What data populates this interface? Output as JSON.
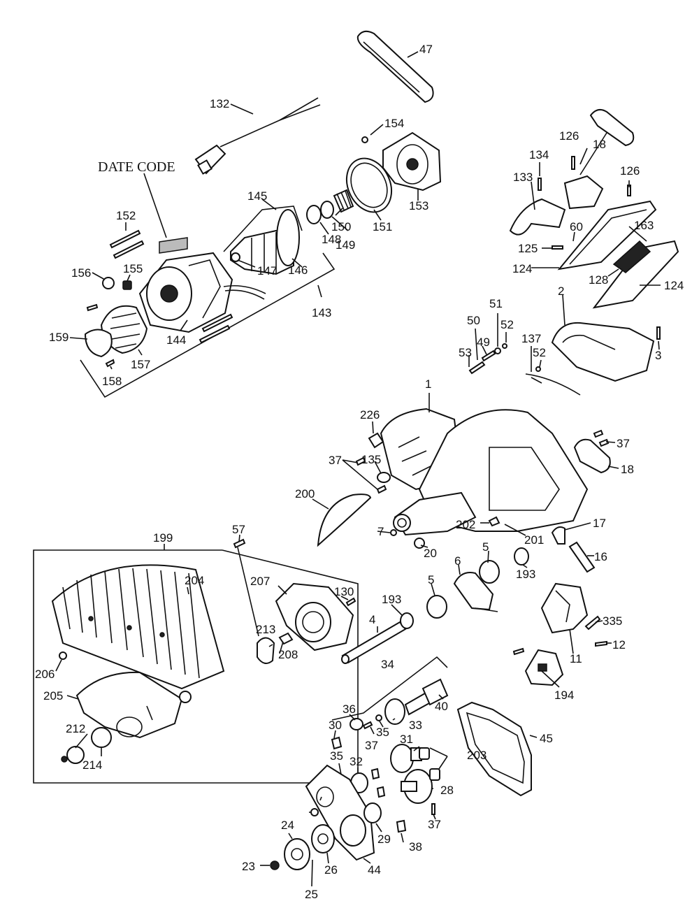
{
  "date_code_label": "DATE CODE",
  "labels": [
    "1",
    "2",
    "3",
    "4",
    "5",
    "5",
    "6",
    "7",
    "11",
    "12",
    "16",
    "17",
    "18",
    "18",
    "20",
    "23",
    "24",
    "25",
    "26",
    "28",
    "29",
    "30",
    "31",
    "32",
    "33",
    "34",
    "35",
    "35",
    "36",
    "37",
    "37",
    "37",
    "37",
    "38",
    "40",
    "44",
    "45",
    "47",
    "49",
    "50",
    "51",
    "52",
    "52",
    "53",
    "57",
    "60",
    "124",
    "124",
    "125",
    "126",
    "126",
    "128",
    "130",
    "132",
    "133",
    "134",
    "135",
    "137",
    "143",
    "144",
    "145",
    "146",
    "147",
    "148",
    "149",
    "150",
    "151",
    "152",
    "153",
    "154",
    "155",
    "156",
    "157",
    "158",
    "159",
    "163",
    "193",
    "193",
    "194",
    "199",
    "200",
    "201",
    "202",
    "203",
    "204",
    "205",
    "206",
    "207",
    "208",
    "212",
    "213",
    "214",
    "226",
    "335"
  ]
}
